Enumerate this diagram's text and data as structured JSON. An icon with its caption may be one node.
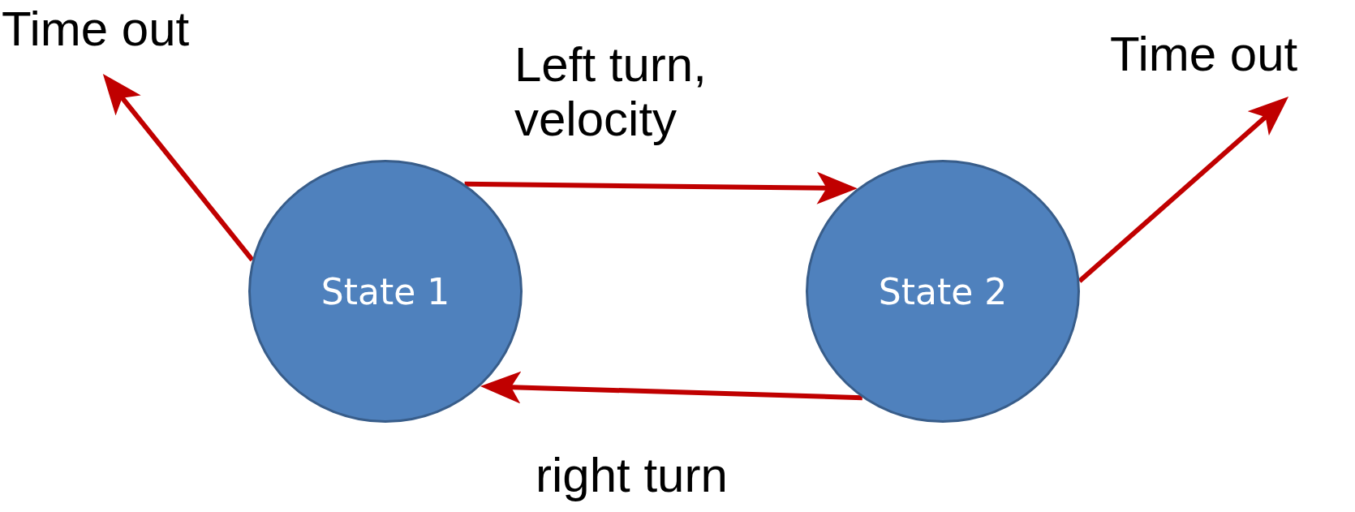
{
  "diagram": {
    "nodes": [
      {
        "text": [
          "Time out"
        ]
      },
      {
        "text": [
          "Time out"
        ]
      },
      {
        "text": [
          "State 1"
        ]
      },
      {
        "text": [
          "State 2"
        ]
      }
    ],
    "edges": [
      {
        "from": 2,
        "to": 0,
        "arrow": "to"
      },
      {
        "from": 2,
        "to": 3,
        "arrow": "to",
        "label": "Left turn, velocity"
      },
      {
        "from": 3,
        "to": 1,
        "arrow": "to"
      },
      {
        "from": 3,
        "to": 2,
        "arrow": "to",
        "label": "right turn"
      }
    ]
  }
}
